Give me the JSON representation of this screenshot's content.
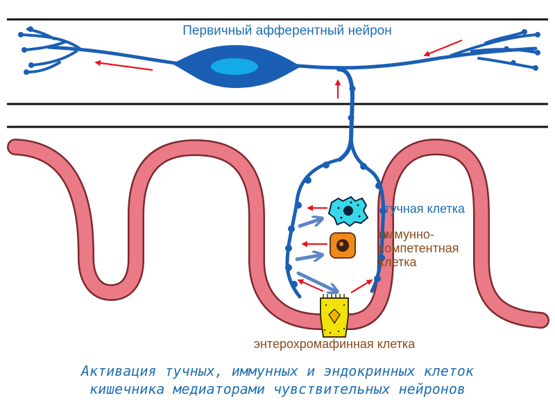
{
  "labels": {
    "neuron": "Первичный афферентный нейрон",
    "mast_cell": "тучная клетка",
    "immune_cell_line1": "иммунно-",
    "immune_cell_line2": "компетентная",
    "immune_cell_line3": "клетка",
    "enterochromaffin_cell": "энтерохромафинная клетка"
  },
  "caption": {
    "line1": "Активация тучных, иммунных и эндокринных клеток",
    "line2": "кишечника медиаторами чувствительных нейронов"
  },
  "colors": {
    "neuron": "#1a5fb4",
    "neuron_nucleus": "#14a9e8",
    "mucosa_fill": "#ea7a86",
    "mucosa_edge": "#7a2a30",
    "arrow_red": "#e8141e",
    "arrow_blue": "#5b86c6",
    "mast_cell": "#38d8e8",
    "immune_cell": "#ef8a1a",
    "ec_cell": "#f2e20a",
    "label_blue": "#1f6fb2",
    "label_brown": "#8a4b1c"
  }
}
